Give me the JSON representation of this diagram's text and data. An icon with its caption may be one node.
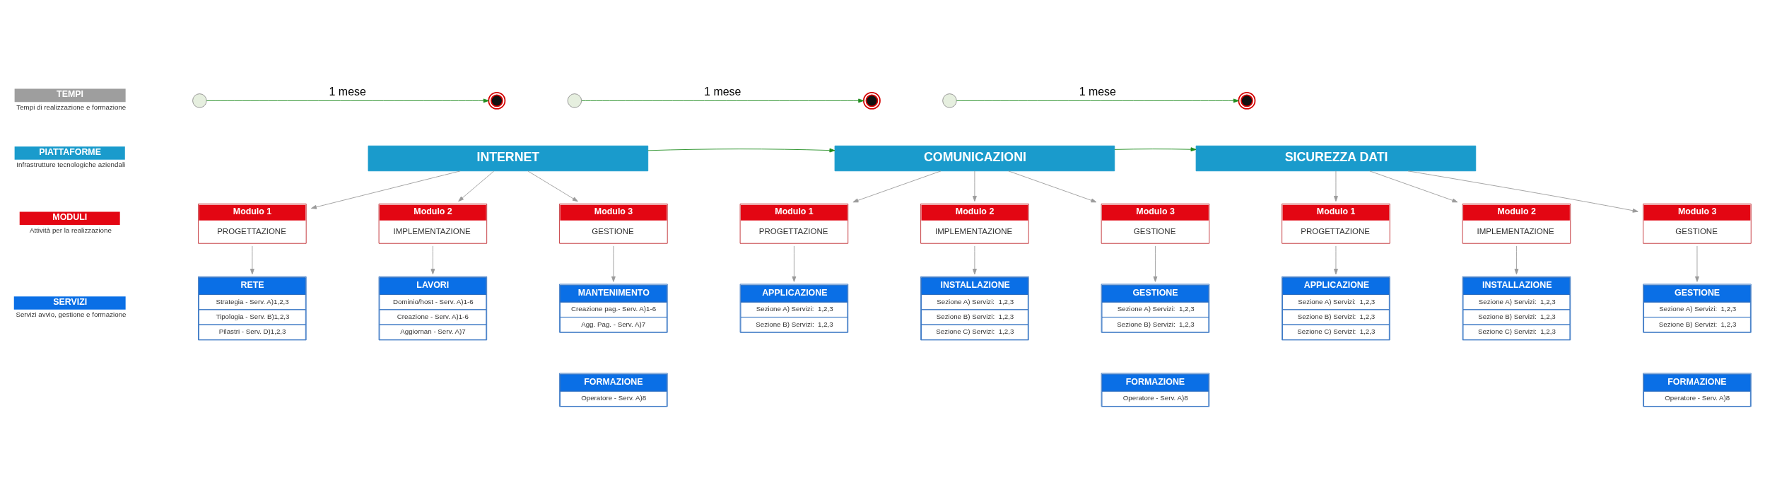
{
  "diagram": {
    "nodes": [
      {
        "text": [
          "TEMPI"
        ],
        "beside": [
          "Tempi di realizzazione e formazione"
        ]
      },
      {
        "text": [
          "PIATTAFORME"
        ],
        "beside": [
          "Infrastrutture tecnologiche aziendali"
        ]
      },
      {
        "text": [
          "MODULI"
        ],
        "beside": [
          "Attività per la realizzazione"
        ]
      },
      {
        "text": [
          "SERVIZI"
        ],
        "beside": [
          "Servizi avvio, gestione e formazione"
        ]
      },
      {
        "text": [],
        "shape": "circle"
      },
      {
        "text": [],
        "shape": "circle"
      },
      {
        "text": [
          "INTERNET"
        ]
      },
      {
        "text": [
          "Modulo 1",
          "PROGETTAZIONE"
        ]
      },
      {
        "text": [
          "Modulo 2",
          "IMPLEMENTAZIONE"
        ]
      },
      {
        "text": [
          "Modulo 3",
          "GESTIONE"
        ]
      },
      {
        "text": [
          "RETE",
          "Strategia - Serv. A)1,2,3",
          "Tipologia - Serv. B)1,2,3",
          "Pilastri - Serv. D)1,2,3"
        ]
      },
      {
        "text": [
          "LAVORI",
          "Dominio/host - Serv. A)1-6",
          "Creazione - Serv. A)1-6",
          "Aggiornan - Serv. A)7"
        ]
      },
      {
        "text": [
          "MANTENIMENTO",
          "Creazione pag.- Serv. A)1-6",
          "Agg. Pag. - Serv. A)7"
        ]
      },
      {
        "text": [
          "FORMAZIONE",
          "Operatore - Serv. A)8"
        ]
      },
      {
        "text": [],
        "shape": "circle"
      },
      {
        "text": [],
        "shape": "circle"
      },
      {
        "text": [
          "COMUNICAZIONI"
        ]
      },
      {
        "text": [
          "Modulo 1",
          "PROGETTAZIONE"
        ]
      },
      {
        "text": [
          "Modulo 2",
          "IMPLEMENTAZIONE"
        ]
      },
      {
        "text": [
          "Modulo 3",
          "GESTIONE"
        ]
      },
      {
        "text": [
          "APPLICAZIONE",
          "Sezione A) Servizi:  1,2,3",
          "Sezione B) Servizi:  1,2,3"
        ]
      },
      {
        "text": [
          "INSTALLAZIONE",
          "Sezione A) Servizi:  1,2,3",
          "Sezione B) Servizi:  1,2,3",
          "Sezione C) Servizi:  1,2,3"
        ]
      },
      {
        "text": [
          "GESTIONE",
          "Sezione A) Servizi:  1,2,3",
          "Sezione B) Servizi:  1,2,3"
        ]
      },
      {
        "text": [
          "FORMAZIONE",
          "Operatore - Serv. A)8"
        ]
      },
      {
        "text": [],
        "shape": "circle"
      },
      {
        "text": [],
        "shape": "circle"
      },
      {
        "text": [
          "SICUREZZA DATI"
        ]
      },
      {
        "text": [
          "Modulo 1",
          "PROGETTAZIONE"
        ]
      },
      {
        "text": [
          "Modulo 2",
          "IMPLEMENTAZIONE"
        ]
      },
      {
        "text": [
          "Modulo 3",
          "GESTIONE"
        ]
      },
      {
        "text": [
          "APPLICAZIONE",
          "Sezione A) Servizi:  1,2,3",
          "Sezione B) Servizi:  1,2,3",
          "Sezione C) Servizi:  1,2,3"
        ]
      },
      {
        "text": [
          "INSTALLAZIONE",
          "Sezione A) Servizi:  1,2,3",
          "Sezione B) Servizi:  1,2,3",
          "Sezione C) Servizi:  1,2,3"
        ]
      },
      {
        "text": [
          "GESTIONE",
          "Sezione A) Servizi:  1,2,3",
          "Sezione B) Servizi:  1,2,3"
        ]
      },
      {
        "text": [
          "FORMAZIONE",
          "Operatore - Serv. A)8"
        ]
      }
    ],
    "edges": [
      {
        "from": 4,
        "to": 5,
        "arrow": "to",
        "label": "1 mese",
        "color": "#1e8c1e"
      },
      {
        "from": 6,
        "to": 7,
        "arrow": "to"
      },
      {
        "from": 6,
        "to": 8,
        "arrow": "to"
      },
      {
        "from": 6,
        "to": 9,
        "arrow": "to"
      },
      {
        "from": 7,
        "to": 10,
        "arrow": "to"
      },
      {
        "from": 8,
        "to": 11,
        "arrow": "to"
      },
      {
        "from": 9,
        "to": 12,
        "arrow": "to"
      },
      {
        "from": 6,
        "to": 16,
        "arrow": "to",
        "color": "#1e8c1e"
      },
      {
        "from": 14,
        "to": 15,
        "arrow": "to",
        "label": "1 mese",
        "color": "#1e8c1e"
      },
      {
        "from": 16,
        "to": 17,
        "arrow": "to"
      },
      {
        "from": 16,
        "to": 18,
        "arrow": "to"
      },
      {
        "from": 16,
        "to": 19,
        "arrow": "to"
      },
      {
        "from": 17,
        "to": 20,
        "arrow": "to"
      },
      {
        "from": 18,
        "to": 21,
        "arrow": "to"
      },
      {
        "from": 19,
        "to": 22,
        "arrow": "to"
      },
      {
        "from": 16,
        "to": 26,
        "arrow": "to",
        "color": "#1e8c1e"
      },
      {
        "from": 24,
        "to": 25,
        "arrow": "to",
        "label": "1 mese",
        "color": "#1e8c1e"
      },
      {
        "from": 26,
        "to": 27,
        "arrow": "to"
      },
      {
        "from": 26,
        "to": 28,
        "arrow": "to"
      },
      {
        "from": 26,
        "to": 29,
        "arrow": "to"
      },
      {
        "from": 27,
        "to": 30,
        "arrow": "to"
      },
      {
        "from": 28,
        "to": 31,
        "arrow": "to"
      },
      {
        "from": 29,
        "to": 32,
        "arrow": "to"
      }
    ]
  }
}
